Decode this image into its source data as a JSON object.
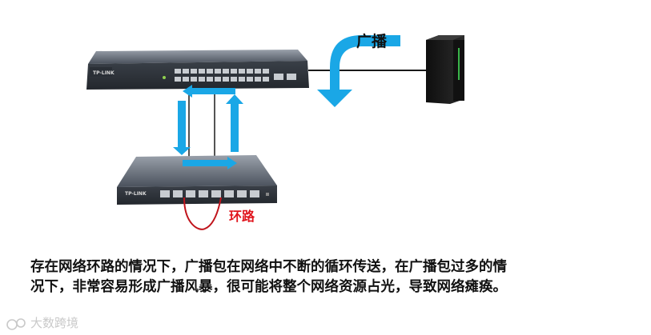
{
  "labels": {
    "broadcast": "广播",
    "loop": "环路",
    "switch_top_brand": "TP-LINK",
    "switch_bottom_brand": "TP-LINK"
  },
  "caption": {
    "line1": "存在网络环路的情况下，广播包在网络中不断的循环传送，在广播包过多的情",
    "line2": "况下，非常容易形成广播风暴，很可能将整个网络资源占光，导致网络瘫痪。"
  },
  "watermark": {
    "text": "大数跨境"
  },
  "colors": {
    "arrow": "#1aa7e6",
    "loop_cable": "#c0141c",
    "loop_label": "#e0141c",
    "switch_body": "#3d4450",
    "server_body": "#1c1c1c"
  }
}
